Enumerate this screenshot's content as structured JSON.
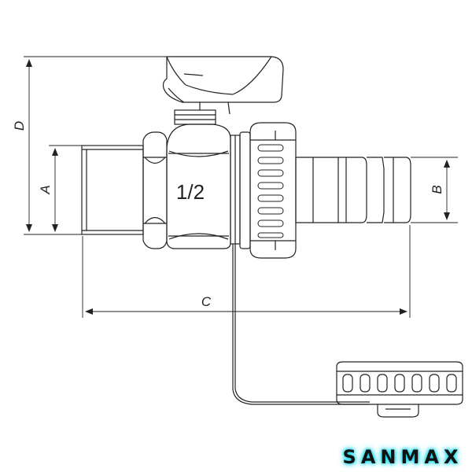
{
  "dimensions": {
    "a": "A",
    "b": "B",
    "c": "C",
    "d": "D"
  },
  "marking": "1/2",
  "brand": "SANMAX",
  "colors": {
    "line": "#222222",
    "logo_glow": "#19d6e8"
  }
}
